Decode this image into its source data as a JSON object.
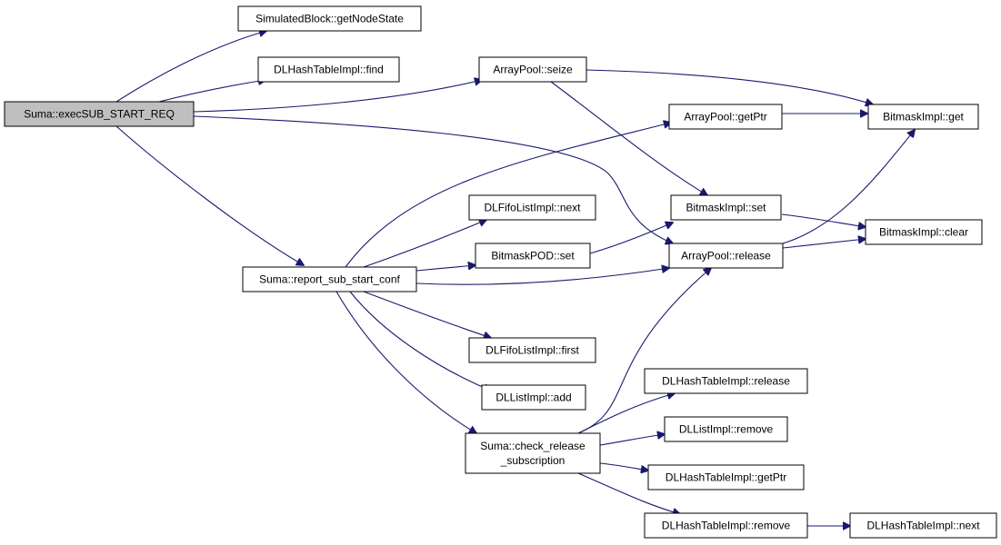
{
  "graph": {
    "edge_color": "#191970",
    "root_fill": "#bfbfbf",
    "node_fill": "#ffffff",
    "nodes": [
      {
        "id": "exec",
        "label": [
          "Suma::execSUB_START_REQ"
        ],
        "root": true
      },
      {
        "id": "gns",
        "label": [
          "SimulatedBlock::getNodeState"
        ]
      },
      {
        "id": "dlhfind",
        "label": [
          "DLHashTableImpl::find"
        ]
      },
      {
        "id": "apseize",
        "label": [
          "ArrayPool::seize"
        ]
      },
      {
        "id": "bmget",
        "label": [
          "BitmaskImpl::get"
        ]
      },
      {
        "id": "apgetptr",
        "label": [
          "ArrayPool::getPtr"
        ]
      },
      {
        "id": "dlfnext",
        "label": [
          "DLFifoListImpl::next"
        ]
      },
      {
        "id": "bmset",
        "label": [
          "BitmaskImpl::set"
        ]
      },
      {
        "id": "bmclear",
        "label": [
          "BitmaskImpl::clear"
        ]
      },
      {
        "id": "bpset",
        "label": [
          "BitmaskPOD::set"
        ]
      },
      {
        "id": "aprelease",
        "label": [
          "ArrayPool::release"
        ]
      },
      {
        "id": "report",
        "label": [
          "Suma::report_sub_start_conf"
        ]
      },
      {
        "id": "dlffirst",
        "label": [
          "DLFifoListImpl::first"
        ]
      },
      {
        "id": "dlladd",
        "label": [
          "DLListImpl::add"
        ]
      },
      {
        "id": "dlhrelease",
        "label": [
          "DLHashTableImpl::release"
        ]
      },
      {
        "id": "dllremove",
        "label": [
          "DLListImpl::remove"
        ]
      },
      {
        "id": "check",
        "label": [
          "Suma::check_release",
          "_subscription"
        ]
      },
      {
        "id": "dlhgetptr",
        "label": [
          "DLHashTableImpl::getPtr"
        ]
      },
      {
        "id": "dlhremove",
        "label": [
          "DLHashTableImpl::remove"
        ]
      },
      {
        "id": "dlhnext",
        "label": [
          "DLHashTableImpl::next"
        ]
      }
    ],
    "edges": [
      {
        "from": "exec",
        "to": "gns"
      },
      {
        "from": "exec",
        "to": "dlhfind"
      },
      {
        "from": "exec",
        "to": "apseize"
      },
      {
        "from": "exec",
        "to": "aprelease"
      },
      {
        "from": "exec",
        "to": "report"
      },
      {
        "from": "apseize",
        "to": "bmget"
      },
      {
        "from": "apseize",
        "to": "bmset"
      },
      {
        "from": "apgetptr",
        "to": "bmget"
      },
      {
        "from": "bmset",
        "to": "bmclear"
      },
      {
        "from": "aprelease",
        "to": "bmget"
      },
      {
        "from": "aprelease",
        "to": "bmclear"
      },
      {
        "from": "bpset",
        "to": "bmset"
      },
      {
        "from": "report",
        "to": "apgetptr"
      },
      {
        "from": "report",
        "to": "dlfnext"
      },
      {
        "from": "report",
        "to": "bpset"
      },
      {
        "from": "report",
        "to": "aprelease"
      },
      {
        "from": "report",
        "to": "dlffirst"
      },
      {
        "from": "report",
        "to": "dlladd"
      },
      {
        "from": "report",
        "to": "check"
      },
      {
        "from": "check",
        "to": "aprelease"
      },
      {
        "from": "check",
        "to": "dlhrelease"
      },
      {
        "from": "check",
        "to": "dllremove"
      },
      {
        "from": "check",
        "to": "dlhgetptr"
      },
      {
        "from": "check",
        "to": "dlhremove"
      },
      {
        "from": "dlhremove",
        "to": "dlhnext"
      }
    ]
  }
}
